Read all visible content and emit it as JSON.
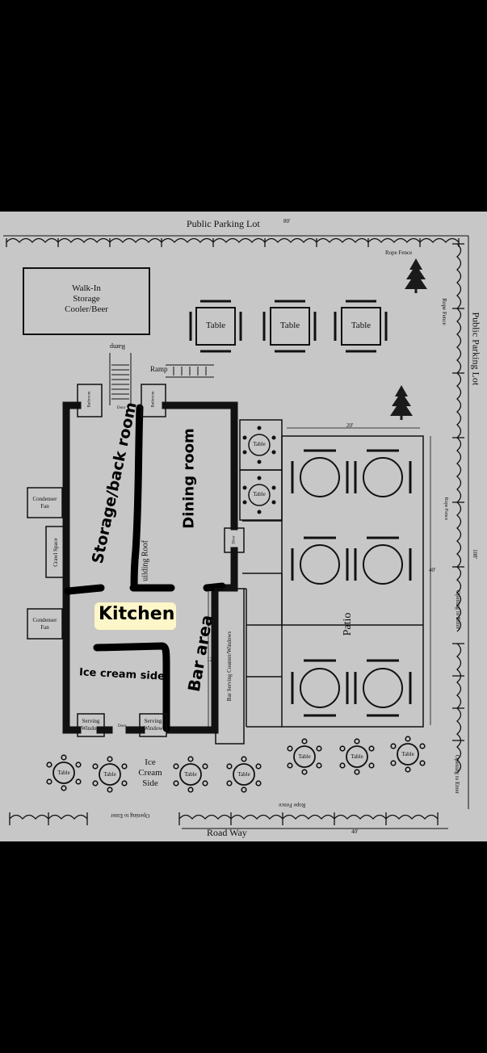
{
  "labels": {
    "public_parking_lot_top": "Public Parking Lot",
    "dim_80": "80'",
    "rope_fence_top": "Rope Fence",
    "public_parking_lot_right": "Public Parking Lot",
    "rope_fence_right_upper": "Rope Fence",
    "rope_fence_right_mid": "Rope Fence",
    "dim_108": "108'",
    "opening_to_enter_right_1": "Opening to Enter",
    "opening_to_enter_right_2": "Opening to Enter",
    "walk_in_storage": "Walk-In\nStorage\nCooler/Beer",
    "ramp_top": "Ramp",
    "ramp_side": "Ramp",
    "bathroom_left": "Bathroom",
    "bathroom_right": "Bathroom",
    "door_top": "Door",
    "condenser_fan_1": "Condenser\nFan",
    "condenser_fan_2": "Condenser\nFan",
    "crawl_space": "Crawl Space",
    "building_roof": "uilding Roof",
    "door_dining": "Door",
    "dim_20": "20'",
    "dim_40_right": "40'",
    "patio": "Patio",
    "dim_12": "12'",
    "bar_serving_counter": "Bar Serving Counter/Windows",
    "serving_window_left": "Serving\nWindow",
    "serving_window_right": "Serving\nWindow",
    "door_bottom": "Door",
    "ice_cream_side": "Ice\nCream\nSide",
    "opening_to_enter_bottom": "Opening to Enter",
    "rope_fence_bottom": "Rope Fence",
    "road_way": "Road Way",
    "dim_40_bottom": "40'"
  },
  "annotations": {
    "storage_back_room": "Storage/back room",
    "dining_room": "Dining room",
    "kitchen": "Kitchen",
    "bar_area": "Bar area",
    "ice_cream_side": "Ice cream side"
  },
  "tables": {
    "square": [
      "Table",
      "Table",
      "Table"
    ],
    "dining_round": [
      "Table",
      "Table"
    ],
    "bottom_row": [
      "Table",
      "Table",
      "Table",
      "Table"
    ],
    "right_row": [
      "Table",
      "Table",
      "Table"
    ]
  },
  "colors": {
    "plan_bg": "#c7c7c7",
    "wall": "#111111",
    "kitchen_highlight": "#fdf6c8"
  }
}
